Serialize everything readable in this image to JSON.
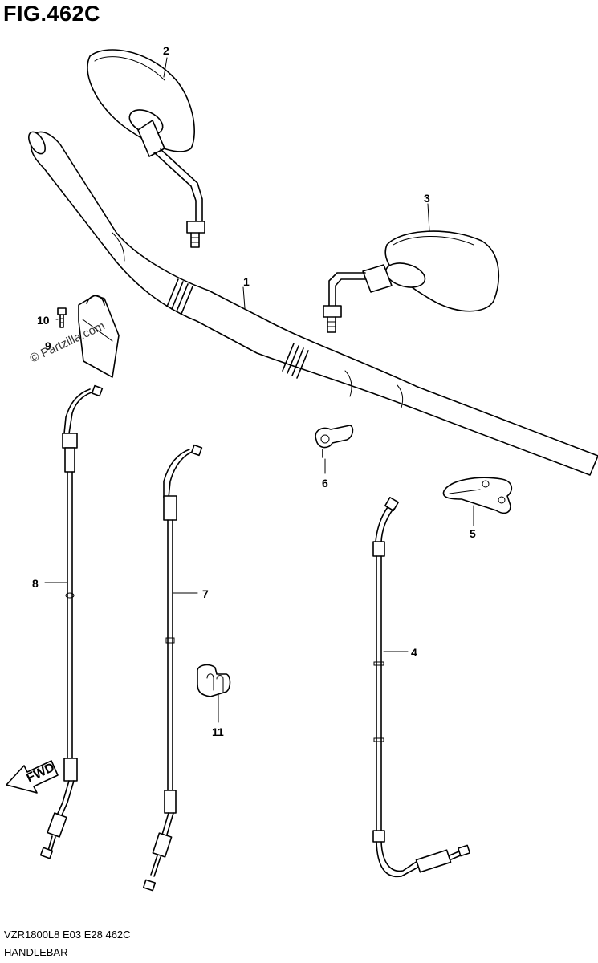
{
  "figure": {
    "title": "FIG.462C",
    "code": "VZR1800L8  E03  E28  462C",
    "name": "HANDLEBAR",
    "watermark": "© Partzilla.com",
    "fwd_label": "FWD"
  },
  "callouts": [
    "1",
    "2",
    "3",
    "4",
    "5",
    "6",
    "7",
    "8",
    "9",
    "10",
    "11"
  ]
}
